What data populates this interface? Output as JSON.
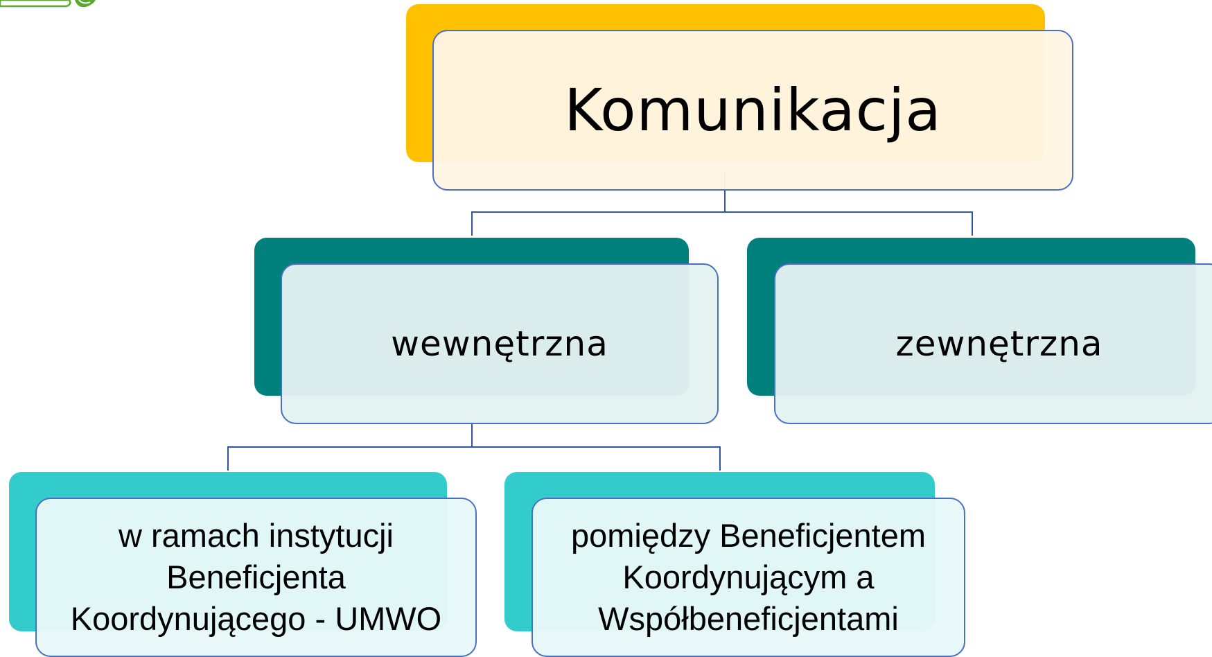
{
  "diagram": {
    "root": {
      "label": "Komunikacja"
    },
    "level2": [
      {
        "label": "wewnętrzna"
      },
      {
        "label": "zewnętrzna"
      }
    ],
    "level3": [
      {
        "lines": [
          "w ramach instytucji",
          "Beneficjenta",
          "Koordynującego - UMWO"
        ]
      },
      {
        "lines": [
          "pomiędzy Beneficjentem",
          "Koordynującym a",
          "Współbeneficjentami"
        ]
      }
    ]
  },
  "colors": {
    "root_back": "#ffc000",
    "root_front": "#fff6e4",
    "level2_back": "#00807d",
    "level2_front": "#e3f1f0",
    "level3_back": "#33cccc",
    "level3_front": "#e8f8f8",
    "connector": "#2f55a8",
    "box_border": "#4a6fc4",
    "logo_green": "#5aa832"
  }
}
